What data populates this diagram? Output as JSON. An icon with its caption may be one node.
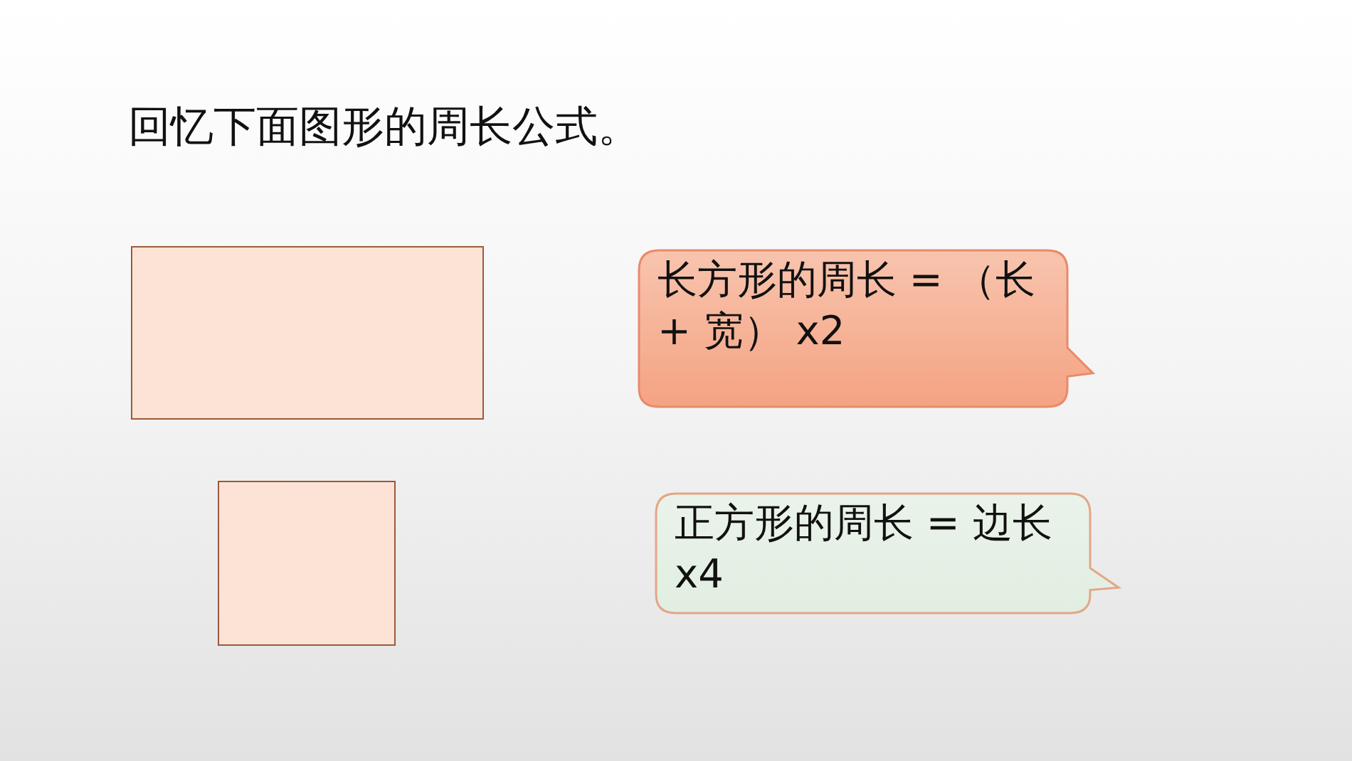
{
  "diagram": {
    "title": "回忆下面图形的周长公式。",
    "nodes": [
      {
        "text": [],
        "shape": "box"
      },
      {
        "text": [],
        "shape": "box"
      },
      {
        "text": [
          "长方形的周长 = （长 + 宽） x2"
        ]
      },
      {
        "text": [
          "正方形的周长 = 边长 x4"
        ]
      }
    ]
  }
}
